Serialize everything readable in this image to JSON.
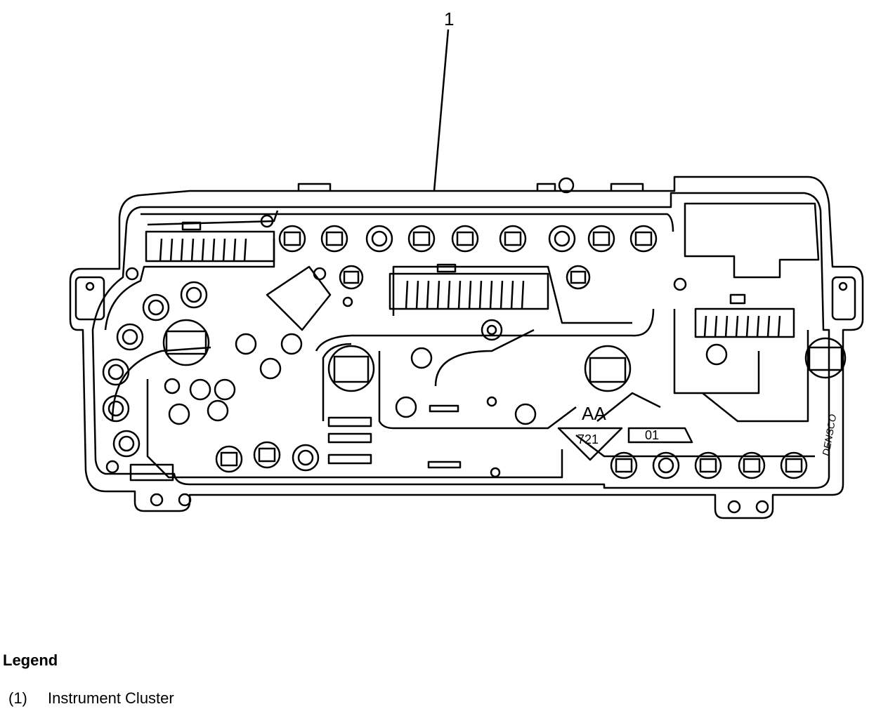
{
  "figure": {
    "callout": "1",
    "markings": {
      "aa": "AA",
      "code": "721",
      "rev": "01",
      "maker": "DENSCO"
    }
  },
  "legend": {
    "title": "Legend",
    "items": [
      {
        "number": "(1)",
        "label": "Instrument Cluster"
      }
    ]
  }
}
